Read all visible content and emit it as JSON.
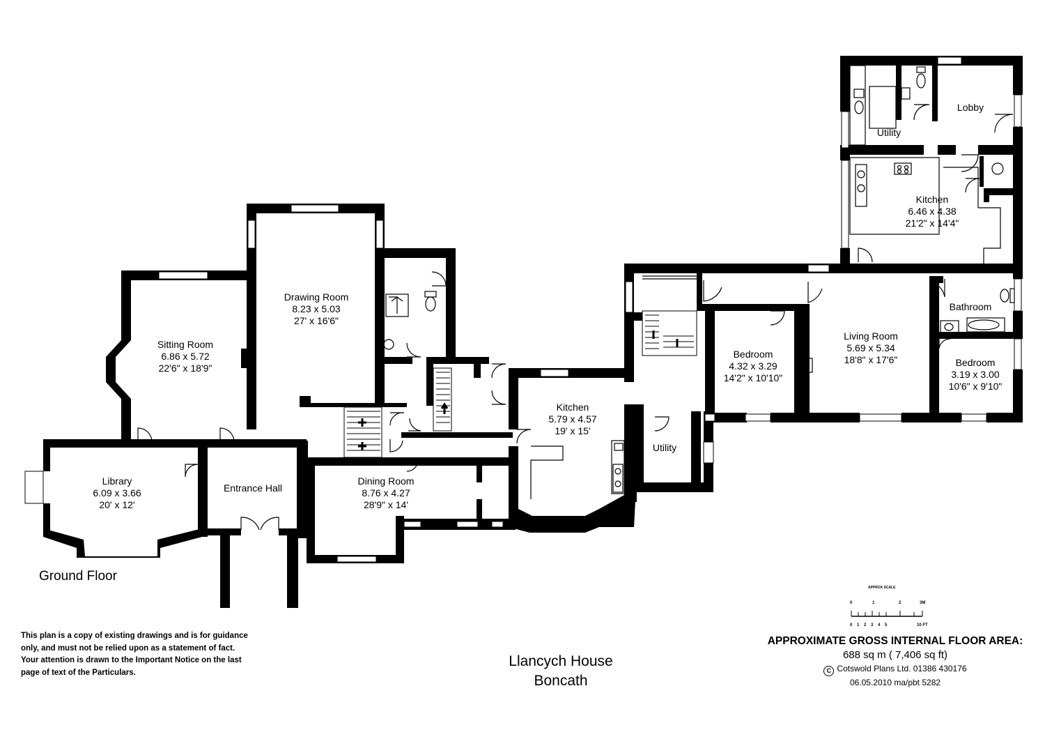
{
  "rooms": {
    "sitting_room": {
      "name": "Sitting Room",
      "metric": "6.86 x 5.72",
      "imperial": "22'6\" x 18'9\""
    },
    "drawing_room": {
      "name": "Drawing Room",
      "metric": "8.23 x 5.03",
      "imperial": "27' x 16'6\""
    },
    "library": {
      "name": "Library",
      "metric": "6.09 x 3.66",
      "imperial": "20' x 12'"
    },
    "entrance_hall": {
      "name": "Entrance Hall"
    },
    "dining_room": {
      "name": "Dining Room",
      "metric": "8.76 x 4.27",
      "imperial": "28'9\" x 14'"
    },
    "kitchen_main": {
      "name": "Kitchen",
      "metric": "5.79 x 4.57",
      "imperial": "19' x 15'"
    },
    "utility_lower": {
      "name": "Utility"
    },
    "bedroom_1": {
      "name": "Bedroom",
      "metric": "4.32 x 3.29",
      "imperial": "14'2\" x 10'10\""
    },
    "living_room": {
      "name": "Living Room",
      "metric": "5.69 x 5.34",
      "imperial": "18'8\" x 17'6\""
    },
    "bathroom": {
      "name": "Bathroom"
    },
    "bedroom_2": {
      "name": "Bedroom",
      "metric": "3.19 x 3.00",
      "imperial": "10'6\" x 9'10\""
    },
    "kitchen_annex": {
      "name": "Kitchen",
      "metric": "6.46 x 4.38",
      "imperial": "21'2\" x 14'4\""
    },
    "utility_upper": {
      "name": "Utility"
    },
    "lobby": {
      "name": "Lobby"
    }
  },
  "floor_label": "Ground Floor",
  "disclaimer": "This plan is a copy of existing drawings and is for guidance only, and must not be relied upon as a statement of fact. Your attention is drawn to the Important Notice on the last page of text of the Particulars.",
  "title": {
    "line1": "Llancych House",
    "line2": "Boncath"
  },
  "scale": {
    "title": "APPROX SCALE",
    "metres": [
      "0",
      "1",
      "2",
      "3M"
    ],
    "feet": [
      "0",
      "1",
      "2",
      "3",
      "4",
      "5",
      "10 FT"
    ]
  },
  "area": {
    "heading": "APPROXIMATE GROSS INTERNAL FLOOR AREA:",
    "value": "688 sq m ( 7,406 sq ft)",
    "credit": "Cotswold Plans Ltd. 01386 430176",
    "copyright_symbol": "C",
    "reference": "06.05.2010 ma/pbt 5282"
  }
}
